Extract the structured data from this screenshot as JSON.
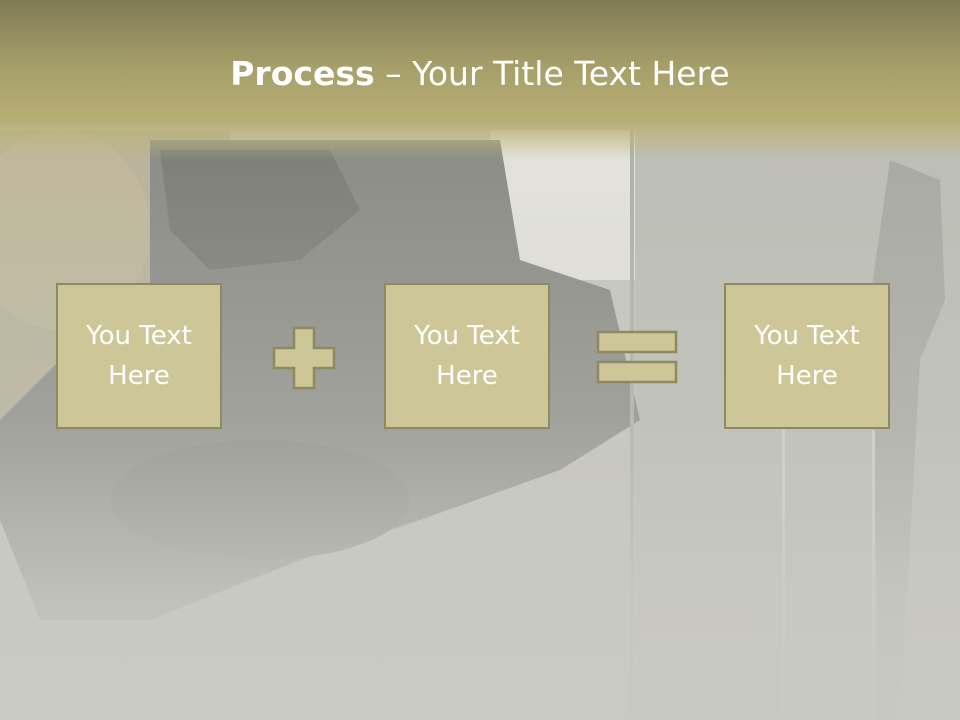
{
  "slide": {
    "title_bold": "Process",
    "title_rest": " – Your Title Text Here"
  },
  "boxes": [
    {
      "text": "You Text Here"
    },
    {
      "text": "You Text Here"
    },
    {
      "text": "You Text Here"
    }
  ],
  "operators": [
    "plus-icon",
    "equals-icon"
  ],
  "colors": {
    "title_band": "#b7ae74",
    "box_fill": "#cdc696",
    "box_border": "#8d8962",
    "background": "#c9cac3",
    "text": "#ffffff"
  }
}
